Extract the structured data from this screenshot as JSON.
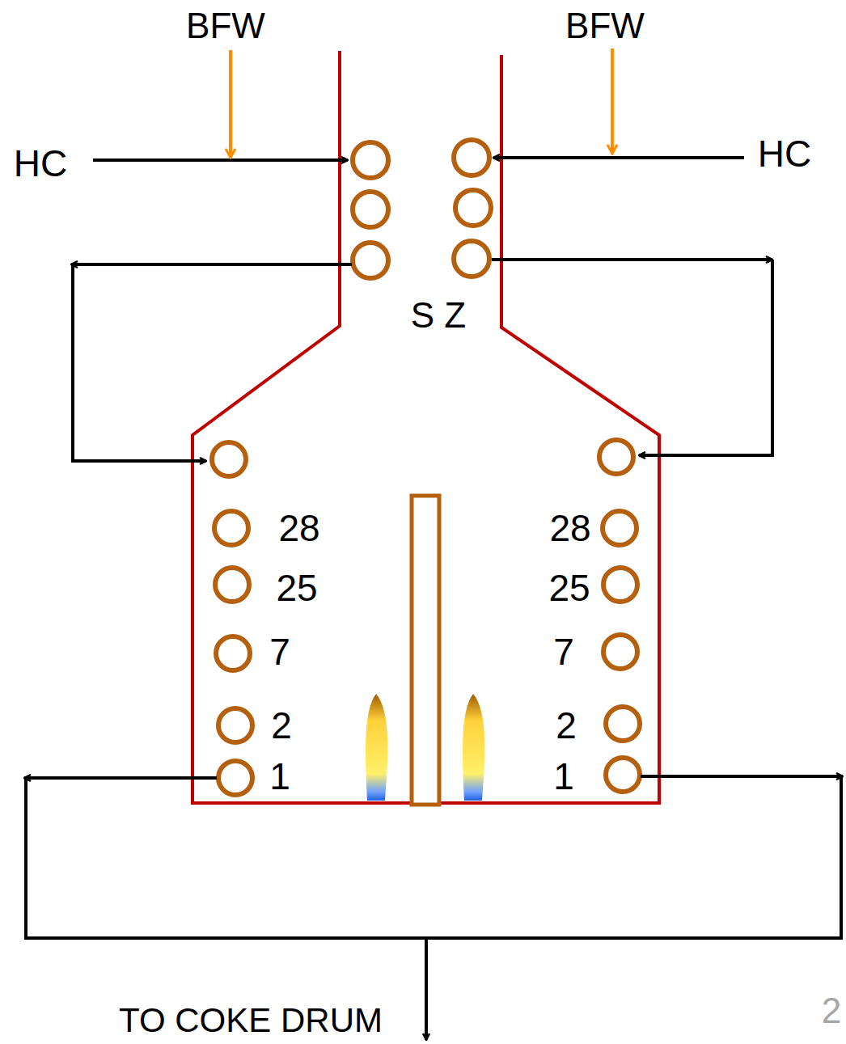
{
  "diagram": {
    "labels": [
      "BFW",
      "BFW",
      "HC",
      "HC",
      "S Z",
      "28",
      "28",
      "25",
      "25",
      "7",
      "7",
      "2",
      "2",
      "1",
      "1",
      "TO COKE DRUM",
      "2"
    ]
  }
}
